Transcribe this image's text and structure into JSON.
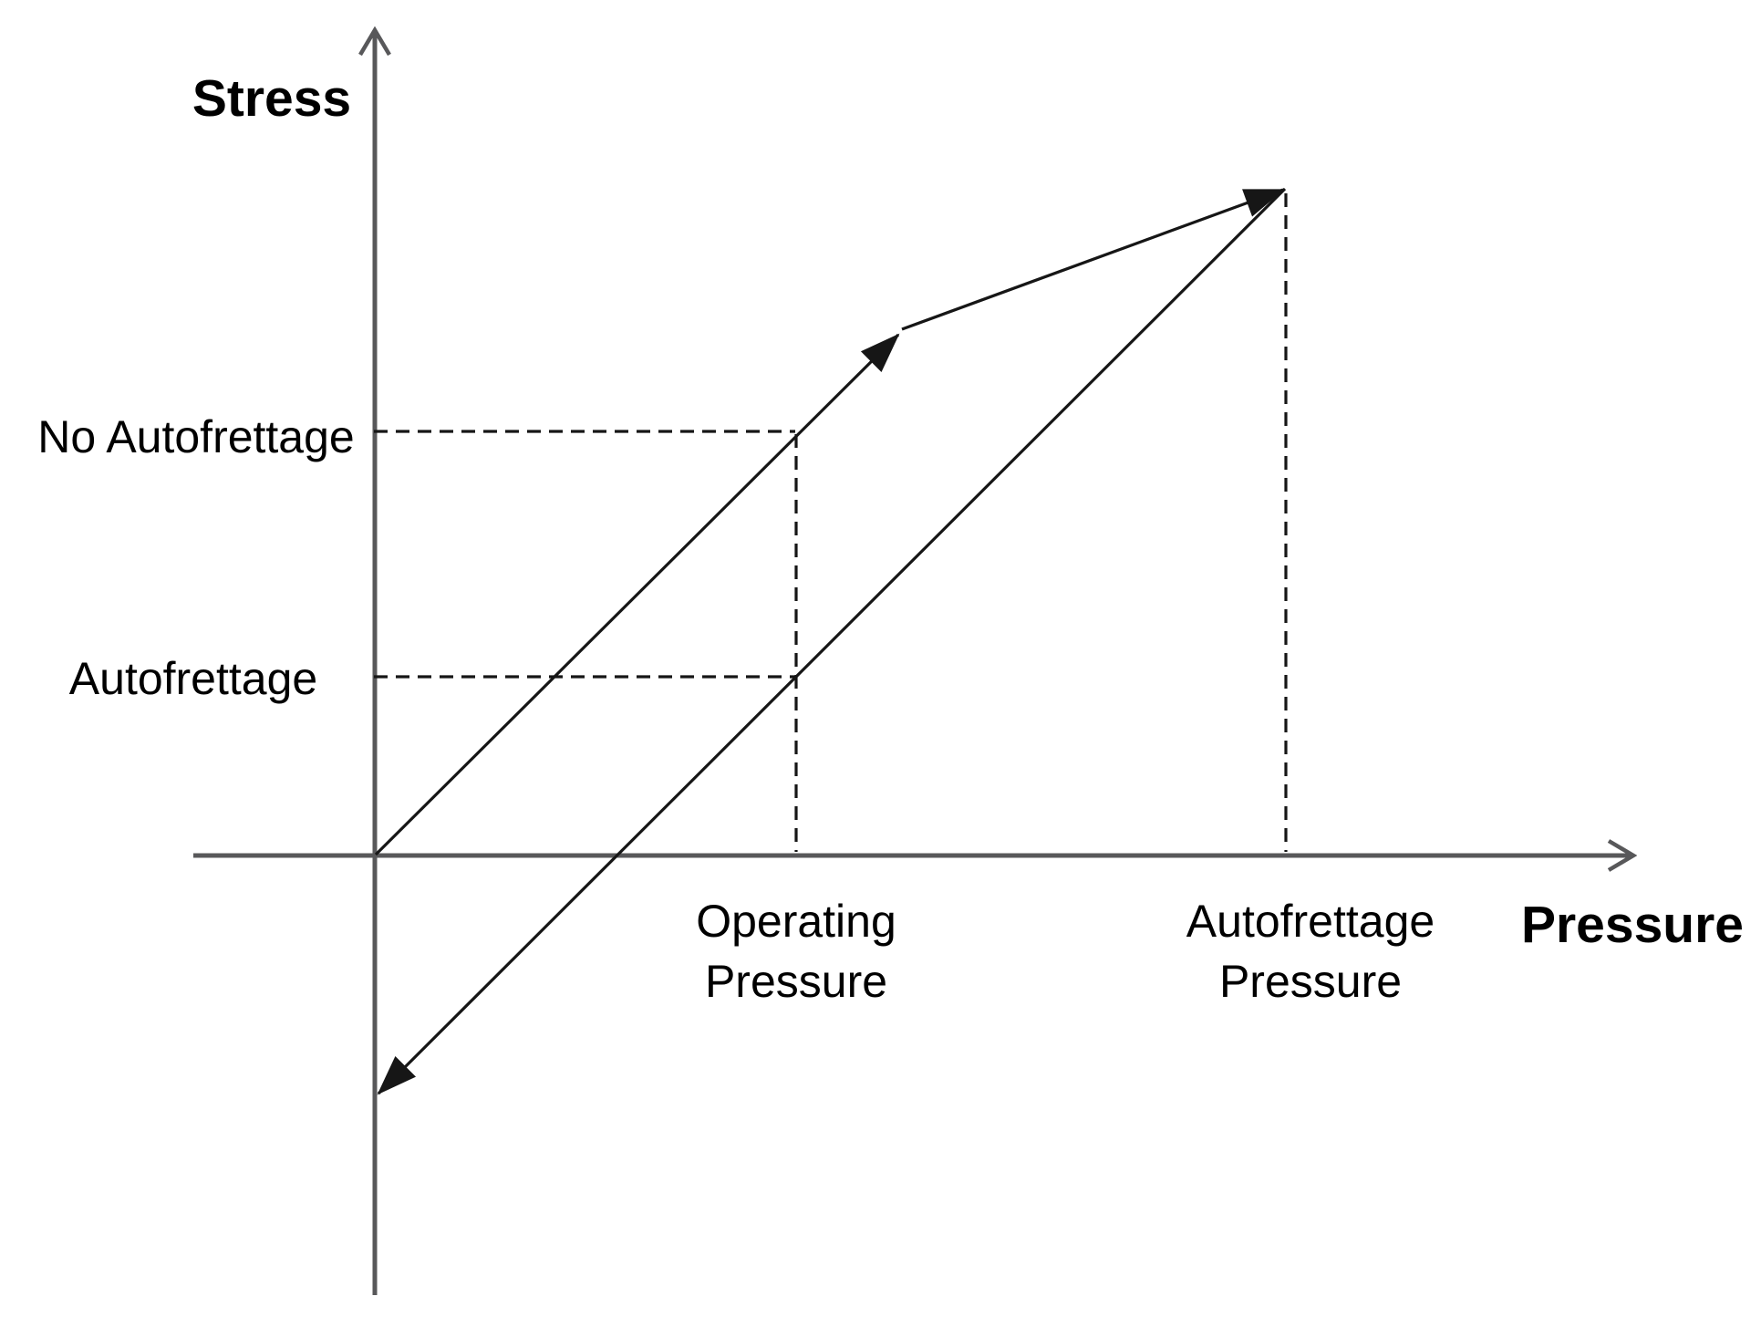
{
  "figure": {
    "y_axis_title": "Stress",
    "x_axis_title": "Pressure",
    "y_labels": {
      "no_autofrettage": "No Autofrettage",
      "autofrettage": "Autofrettage"
    },
    "x_labels": {
      "operating_line1": "Operating",
      "operating_line2": "Pressure",
      "autofrettage_line1": "Autofrettage",
      "autofrettage_line2": "Pressure"
    }
  },
  "colors": {
    "axis": "#58585a",
    "line": "#161616",
    "text": "#000000",
    "background": "#ffffff"
  },
  "chart_data": {
    "type": "line",
    "title": "",
    "xlabel": "Pressure",
    "ylabel": "Stress",
    "axis_numeric": false,
    "grid": false,
    "legend": false,
    "x_tick_labels": [
      "Operating Pressure",
      "Autofrettage Pressure"
    ],
    "y_tick_labels": [
      "No Autofrettage",
      "Autofrettage"
    ],
    "series": [
      {
        "name": "loading-no-autofrettage",
        "style": "solid, filled arrowhead at end",
        "description": "Straight 45-degree elastic loading line starting at the origin; it passes through the point (Operating Pressure, No Autofrettage stress) and the arrowhead ends slightly beyond that point.",
        "points_norm_xy": [
          [
            0.0,
            0.0
          ],
          [
            0.31,
            0.5
          ],
          [
            0.415,
            0.615
          ]
        ]
      },
      {
        "name": "loading-beyond-yield-to-autofrettage-pressure",
        "style": "solid, filled arrowhead at end",
        "description": "Shallower continuation segment from the first arrow tip up to the peak stress reached at Autofrettage Pressure.",
        "points_norm_xy": [
          [
            0.417,
            0.62
          ],
          [
            0.72,
            0.79
          ]
        ]
      },
      {
        "name": "unloading-after-autofrettage",
        "style": "solid, filled arrowhead at end",
        "description": "Straight elastic unloading line from the peak at Autofrettage Pressure; it passes through (Operating Pressure, Autofrettage stress), crosses the pressure axis, and ends with an arrowhead on the negative stress axis (compressive residual stress).",
        "points_norm_xy": [
          [
            0.72,
            0.79
          ],
          [
            0.333,
            0.21
          ],
          [
            0.19,
            0.0
          ],
          [
            0.0,
            -0.286
          ]
        ]
      }
    ],
    "guide_lines": [
      {
        "name": "no-autofrettage-stress-level",
        "style": "dashed",
        "from_norm_xy": [
          0.0,
          0.5
        ],
        "to_norm_xy": [
          0.333,
          0.5
        ]
      },
      {
        "name": "operating-pressure-dropline",
        "style": "dashed",
        "from_norm_xy": [
          0.333,
          0.5
        ],
        "to_norm_xy": [
          0.333,
          0.0
        ]
      },
      {
        "name": "autofrettage-stress-level",
        "style": "dashed",
        "from_norm_xy": [
          0.0,
          0.21
        ],
        "to_norm_xy": [
          0.333,
          0.21
        ]
      },
      {
        "name": "autofrettage-pressure-dropline",
        "style": "dashed",
        "from_norm_xy": [
          0.72,
          0.79
        ],
        "to_norm_xy": [
          0.72,
          0.0
        ]
      }
    ]
  }
}
